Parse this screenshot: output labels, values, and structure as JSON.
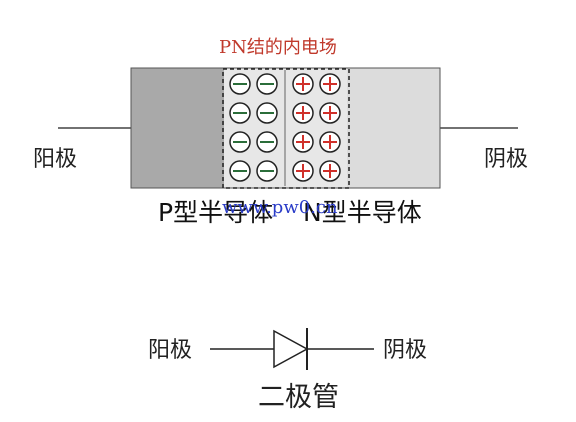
{
  "diagram": {
    "title": "PN结的内电场",
    "left_terminal": "阳极",
    "right_terminal": "阴极",
    "p_region_label": "P型半导体",
    "n_region_label": "N型半导体",
    "watermark": "www.pw0.cn",
    "negative_ions": {
      "columns": 2,
      "rows": 4,
      "symbol": "minus"
    },
    "positive_ions": {
      "columns": 2,
      "rows": 4,
      "symbol": "plus"
    }
  },
  "diode": {
    "anode_label": "阳极",
    "cathode_label": "阴极",
    "caption": "二极管"
  },
  "colors": {
    "p_region": "#a9a9a9",
    "n_region": "#dcdcdc",
    "depletion_zone": "#e7e7e7",
    "positive_ion": "#d0302a",
    "negative_ion": "#2b6e3a",
    "title": "#c0392b",
    "watermark": "#2a3cc8"
  }
}
